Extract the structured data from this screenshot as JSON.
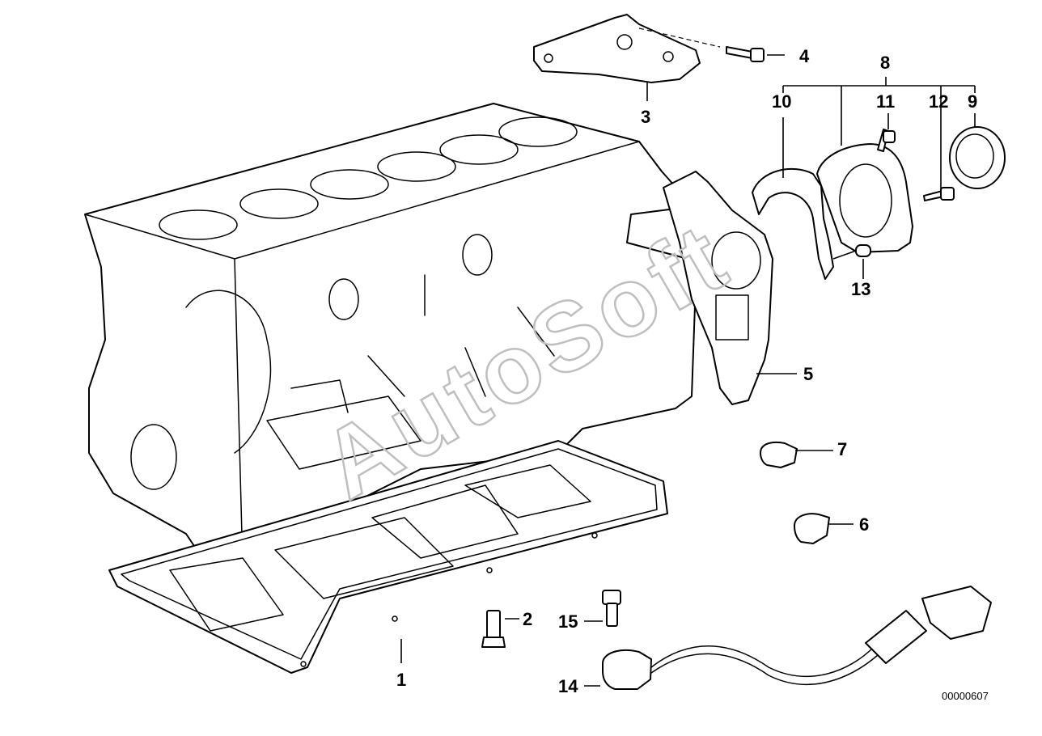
{
  "watermark": "AutoSoft",
  "diagram_code": "00000607",
  "callouts": {
    "c1": "1",
    "c2": "2",
    "c3": "3",
    "c4": "4",
    "c5": "5",
    "c6": "6",
    "c7": "7",
    "c8": "8",
    "c9": "9",
    "c10": "10",
    "c11": "11",
    "c12": "12",
    "c13": "13",
    "c14": "14",
    "c15": "15"
  }
}
